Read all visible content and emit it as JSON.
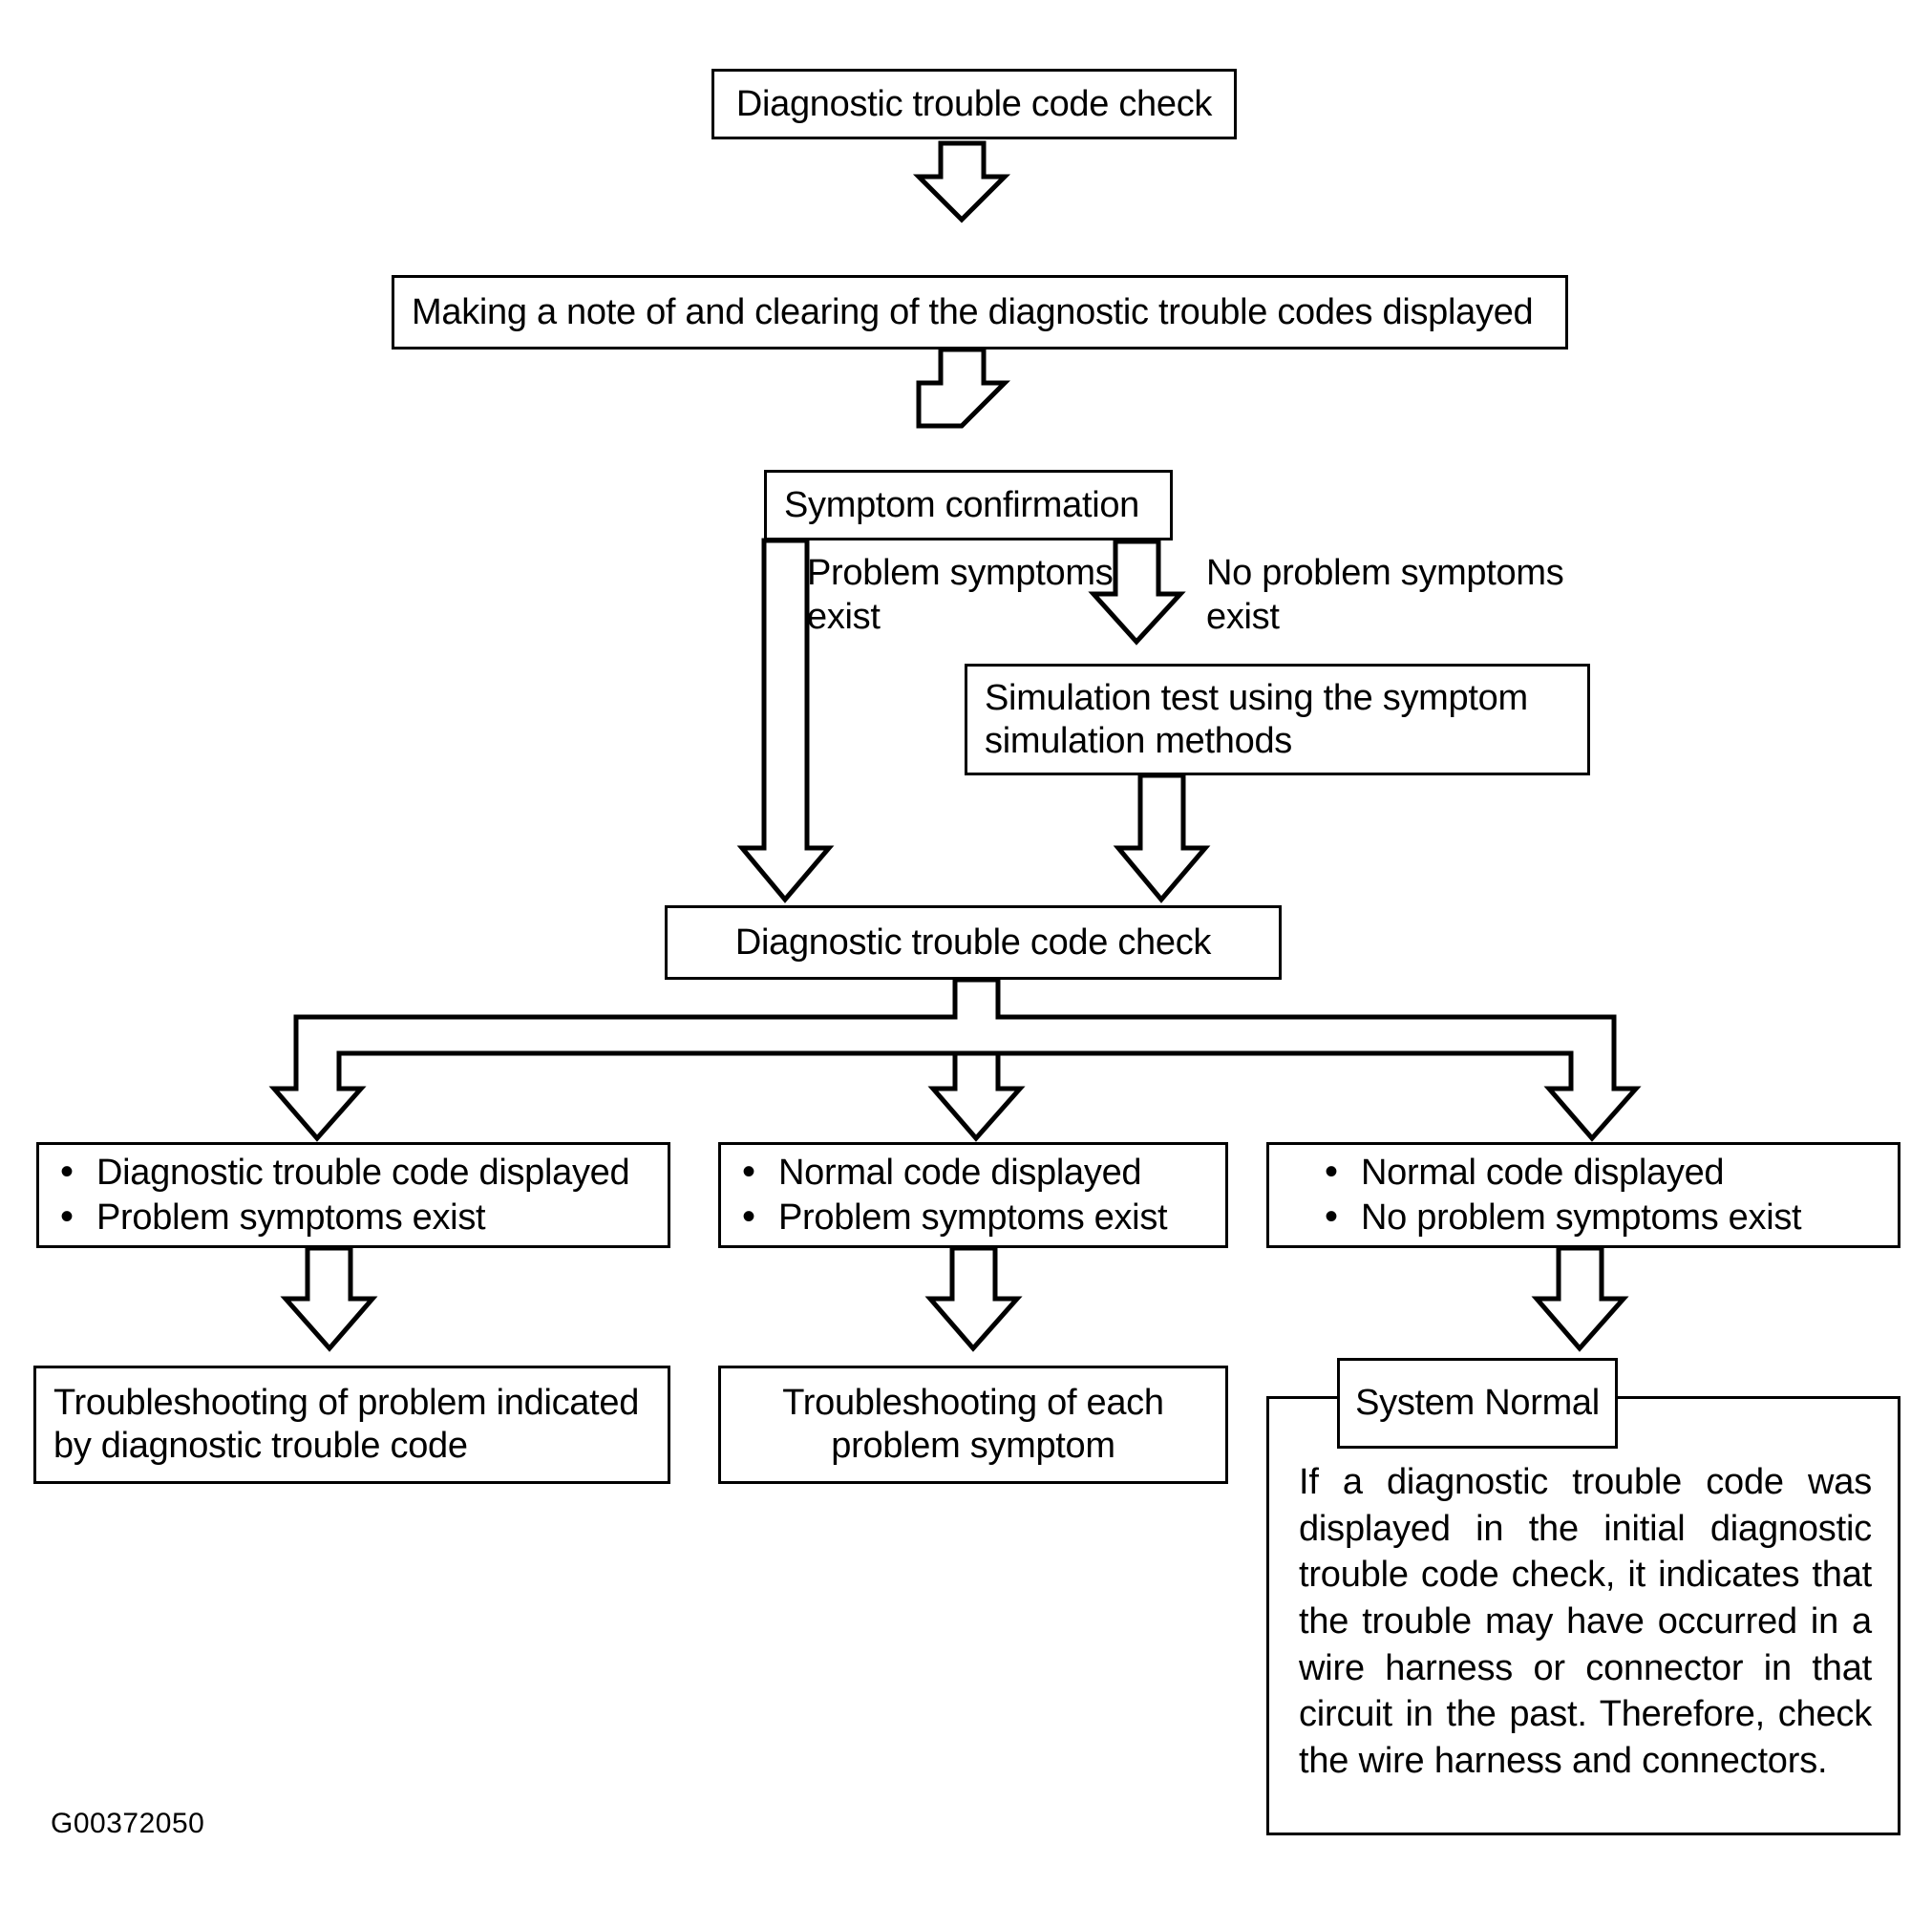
{
  "figure": {
    "id_label": "G00372050",
    "type": "flowchart",
    "orientation": "top-down",
    "stroke_color": "#000000",
    "background_color": "#ffffff"
  },
  "nodes": {
    "dtc_check_top": {
      "label": "Diagnostic trouble code check"
    },
    "clear_codes": {
      "label": "Making a note of and clearing of the diagnostic trouble codes displayed"
    },
    "symptom_confirmation": {
      "label": "Symptom confirmation"
    },
    "simulation_test": {
      "line1": "Simulation test using the symptom",
      "line2": "simulation methods"
    },
    "dtc_check_second": {
      "label": "Diagnostic trouble code check"
    },
    "result_left": {
      "bullets": [
        "Diagnostic trouble code displayed",
        "Problem symptoms exist"
      ]
    },
    "result_middle": {
      "bullets": [
        "Normal code displayed",
        "Problem symptoms exist"
      ]
    },
    "result_right": {
      "bullets": [
        "Normal code displayed",
        "No problem symptoms exist"
      ]
    },
    "action_left": {
      "line1": "Troubleshooting of problem indicated",
      "line2": "by diagnostic trouble code"
    },
    "action_middle": {
      "line1": "Troubleshooting of each",
      "line2": "problem symptom"
    },
    "system_normal": {
      "title": "System Normal",
      "body": "If a diagnostic trouble code was displayed in the initial diagnostic trouble code check, it indicates that the trouble may have occurred in a wire harness or connector in that circuit in the past. Therefore, check the wire harness and connectors."
    }
  },
  "branch_labels": {
    "problem_symptoms_exist": "Problem symptoms\nexist",
    "no_problem_symptoms_exist": "No problem symptoms\nexist"
  }
}
